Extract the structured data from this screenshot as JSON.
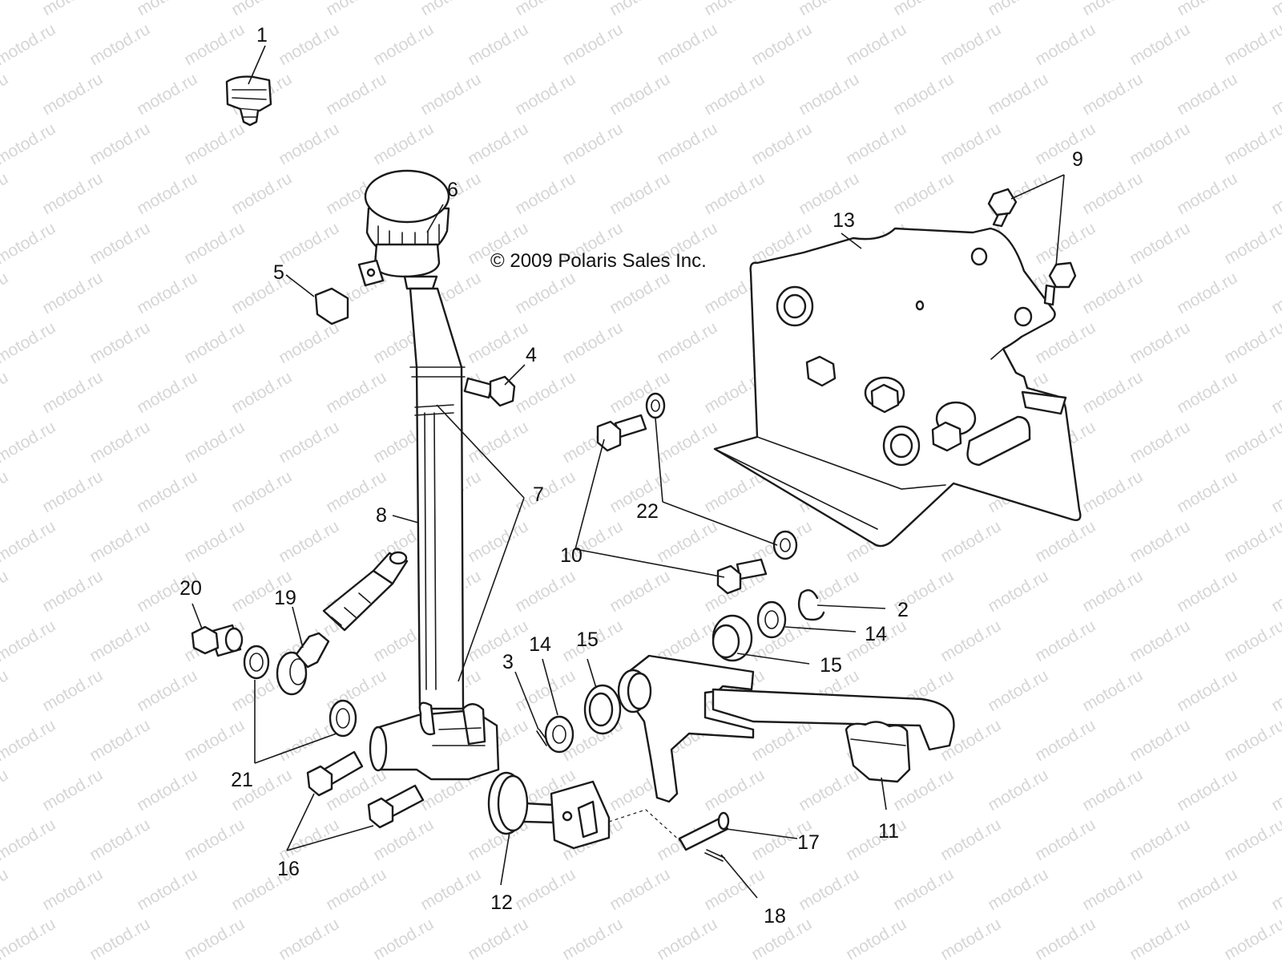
{
  "copyright": "© 2009 Polaris Sales Inc.",
  "watermark": "motod.ru",
  "callouts": [
    {
      "id": "1",
      "text": "1"
    },
    {
      "id": "2",
      "text": "2"
    },
    {
      "id": "3",
      "text": "3"
    },
    {
      "id": "4",
      "text": "4"
    },
    {
      "id": "5",
      "text": "5"
    },
    {
      "id": "6",
      "text": "6"
    },
    {
      "id": "7",
      "text": "7"
    },
    {
      "id": "8",
      "text": "8"
    },
    {
      "id": "9",
      "text": "9"
    },
    {
      "id": "10",
      "text": "10"
    },
    {
      "id": "11",
      "text": "11"
    },
    {
      "id": "12",
      "text": "12"
    },
    {
      "id": "13",
      "text": "13"
    },
    {
      "id": "14a",
      "text": "14"
    },
    {
      "id": "14b",
      "text": "14"
    },
    {
      "id": "15a",
      "text": "15"
    },
    {
      "id": "15b",
      "text": "15"
    },
    {
      "id": "16",
      "text": "16"
    },
    {
      "id": "17",
      "text": "17"
    },
    {
      "id": "18",
      "text": "18"
    },
    {
      "id": "19",
      "text": "19"
    },
    {
      "id": "20",
      "text": "20"
    },
    {
      "id": "21",
      "text": "21"
    },
    {
      "id": "22",
      "text": "22"
    }
  ],
  "colors": {
    "line": "#1a1a1a",
    "watermark": "#d6d6d6",
    "background": "#ffffff"
  }
}
